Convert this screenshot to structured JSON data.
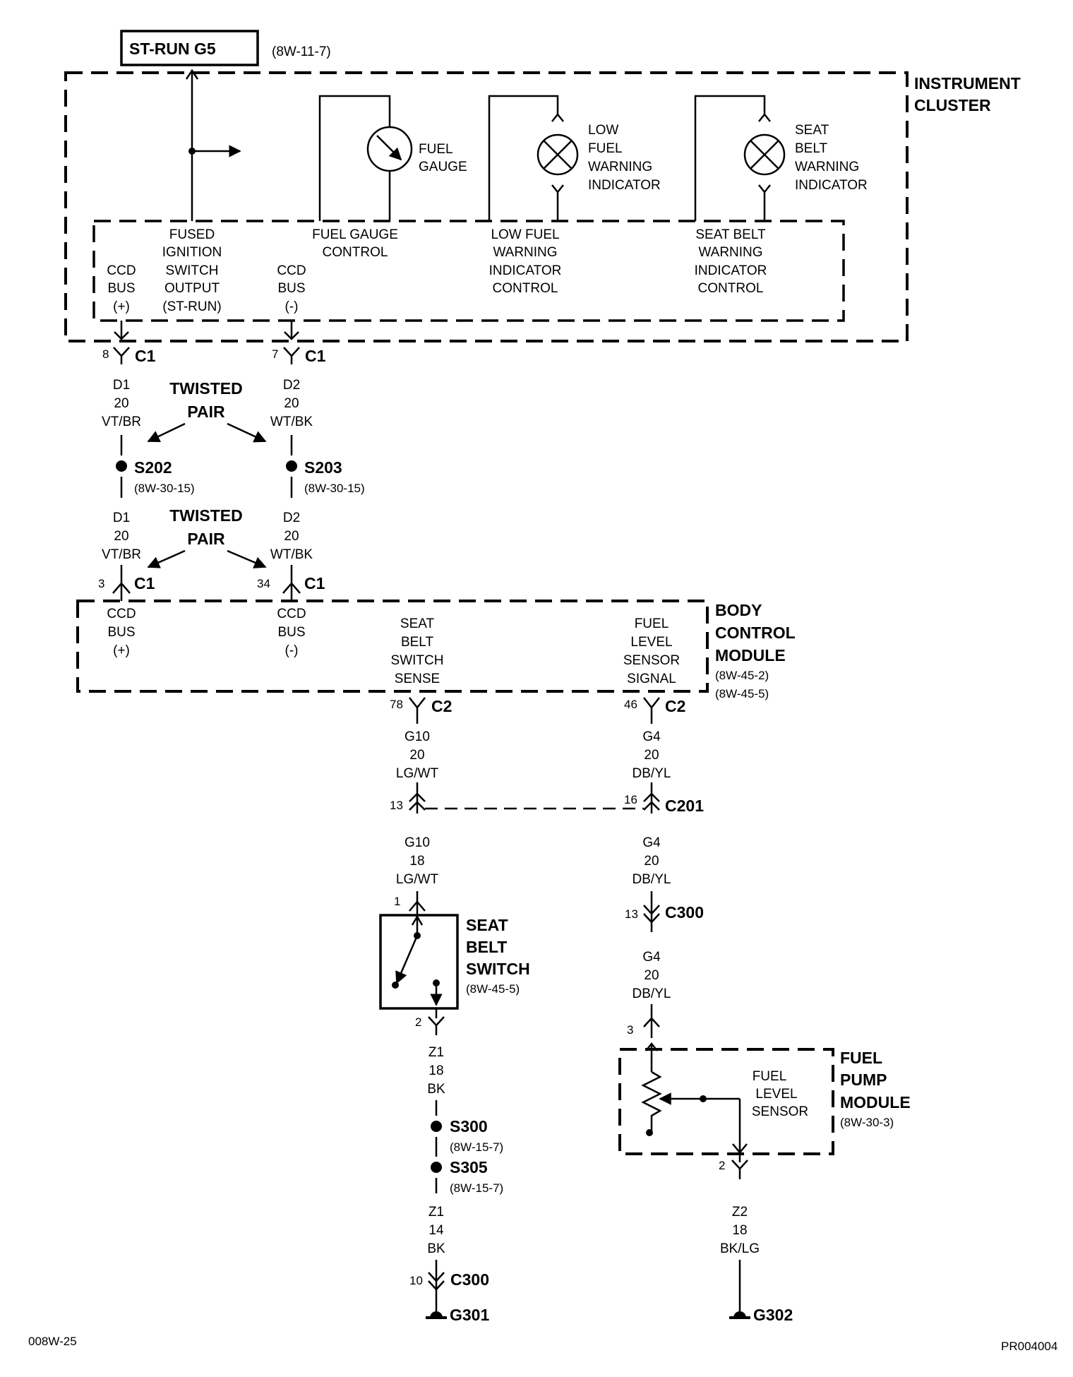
{
  "header": {
    "power_box": "ST-RUN G5",
    "power_ref": "(8W-11-7)"
  },
  "instrument_cluster": {
    "title": [
      "INSTRUMENT",
      "CLUSTER"
    ],
    "fuel_gauge": [
      "FUEL",
      "GAUGE"
    ],
    "low_fuel_indicator": [
      "LOW",
      "FUEL",
      "WARNING",
      "INDICATOR"
    ],
    "seat_belt_indicator": [
      "SEAT",
      "BELT",
      "WARNING",
      "INDICATOR"
    ],
    "fused_ignition": [
      "FUSED",
      "IGNITION",
      "SWITCH",
      "OUTPUT",
      "(ST-RUN)"
    ],
    "ccd_bus_plus": [
      "CCD",
      "BUS",
      "(+)"
    ],
    "ccd_bus_minus": [
      "CCD",
      "BUS",
      "(-)"
    ],
    "fuel_gauge_control": [
      "FUEL GAUGE",
      "CONTROL"
    ],
    "low_fuel_control": [
      "LOW FUEL",
      "WARNING",
      "INDICATOR",
      "CONTROL"
    ],
    "seat_belt_control": [
      "SEAT BELT",
      "WARNING",
      "INDICATOR",
      "CONTROL"
    ]
  },
  "cluster_connectors": {
    "left_pin": "8",
    "left_name": "C1",
    "right_pin": "7",
    "right_name": "C1"
  },
  "wires_upper": {
    "left": [
      "D1",
      "20",
      "VT/BR"
    ],
    "right": [
      "D2",
      "20",
      "WT/BK"
    ],
    "twisted_pair": [
      "TWISTED",
      "PAIR"
    ]
  },
  "splices": {
    "s202": "S202",
    "s202_ref": "(8W-30-15)",
    "s203": "S203",
    "s203_ref": "(8W-30-15)"
  },
  "wires_lower": {
    "left": [
      "D1",
      "20",
      "VT/BR"
    ],
    "right": [
      "D2",
      "20",
      "WT/BK"
    ],
    "twisted_pair": [
      "TWISTED",
      "PAIR"
    ]
  },
  "bcm_connectors": {
    "left_pin": "3",
    "left_name": "C1",
    "right_pin": "34",
    "right_name": "C1"
  },
  "body_control_module": {
    "title": [
      "BODY",
      "CONTROL",
      "MODULE"
    ],
    "refs": [
      "(8W-45-2)",
      "(8W-45-5)"
    ],
    "ccd_bus_plus": [
      "CCD",
      "BUS",
      "(+)"
    ],
    "ccd_bus_minus": [
      "CCD",
      "BUS",
      "(-)"
    ],
    "seat_belt_sense": [
      "SEAT",
      "BELT",
      "SWITCH",
      "SENSE"
    ],
    "fuel_level_signal": [
      "FUEL",
      "LEVEL",
      "SENSOR",
      "SIGNAL"
    ]
  },
  "c2_connectors": {
    "left_pin": "78",
    "left_name": "C2",
    "right_pin": "46",
    "right_name": "C2"
  },
  "wires_c2": {
    "left": [
      "G10",
      "20",
      "LG/WT"
    ],
    "right": [
      "G4",
      "20",
      "DB/YL"
    ]
  },
  "c201": {
    "left_pin": "13",
    "right_pin": "16",
    "name": "C201"
  },
  "wires_c201": {
    "left": [
      "G10",
      "18",
      "LG/WT"
    ],
    "right": [
      "G4",
      "20",
      "DB/YL"
    ]
  },
  "seat_belt_switch": {
    "top_pin": "1",
    "bottom_pin": "2",
    "title": [
      "SEAT",
      "BELT",
      "SWITCH"
    ],
    "ref": "(8W-45-5)"
  },
  "c300_upper": {
    "pin": "13",
    "name": "C300"
  },
  "wire_g4_lower": [
    "G4",
    "20",
    "DB/YL"
  ],
  "fuel_pump_module": {
    "top_pin": "3",
    "bottom_pin": "2",
    "title": [
      "FUEL",
      "PUMP",
      "MODULE"
    ],
    "ref": "(8W-30-3)",
    "sensor": [
      "FUEL",
      "LEVEL",
      "SENSOR"
    ]
  },
  "ground_wire_left": [
    "Z1",
    "18",
    "BK"
  ],
  "s300": {
    "name": "S300",
    "ref": "(8W-15-7)"
  },
  "s305": {
    "name": "S305",
    "ref": "(8W-15-7)"
  },
  "ground_wire_left_lower": [
    "Z1",
    "14",
    "BK"
  ],
  "c300_lower": {
    "pin": "10",
    "name": "C300"
  },
  "ground_wire_right": [
    "Z2",
    "18",
    "BK/LG"
  ],
  "grounds": {
    "left": "G301",
    "right": "G302"
  },
  "footer": {
    "left": "008W-25",
    "right": "PR004004"
  },
  "colors": {
    "line": "#000000",
    "background": "#ffffff"
  }
}
